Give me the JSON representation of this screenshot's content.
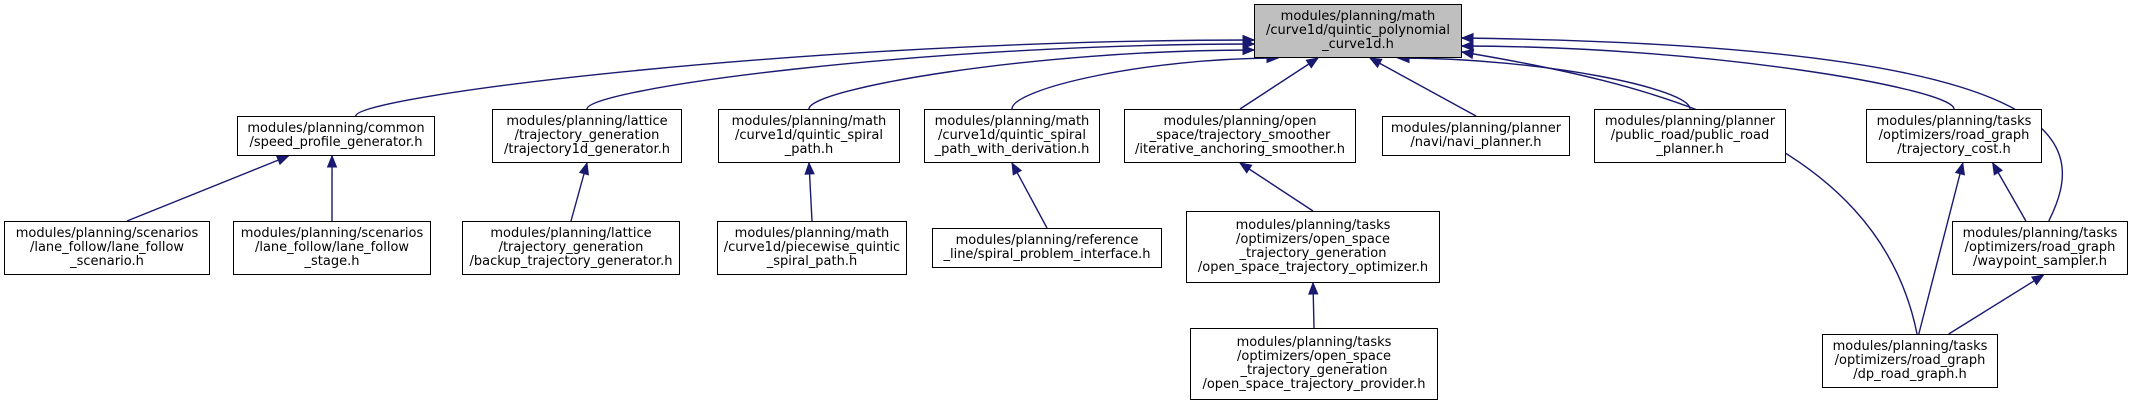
{
  "colors": {
    "edge": "#191970",
    "node_border": "#000000",
    "root_fill": "#bfbfbf",
    "node_fill": "#ffffff"
  },
  "nodes": {
    "root": "modules/planning/math\n/curve1d/quintic_polynomial\n_curve1d.h",
    "speed_profile": "modules/planning/common\n/speed_profile_generator.h",
    "trajectory1d": "modules/planning/lattice\n/trajectory_generation\n/trajectory1d_generator.h",
    "quintic_spiral": "modules/planning/math\n/curve1d/quintic_spiral\n_path.h",
    "quintic_spiral_deriv": "modules/planning/math\n/curve1d/quintic_spiral\n_path_with_derivation.h",
    "iterative_smoother": "modules/planning/open\n_space/trajectory_smoother\n/iterative_anchoring_smoother.h",
    "navi_planner": "modules/planning/planner\n/navi/navi_planner.h",
    "public_road_planner": "modules/planning/planner\n/public_road/public_road\n_planner.h",
    "trajectory_cost": "modules/planning/tasks\n/optimizers/road_graph\n/trajectory_cost.h",
    "lane_follow_scenario": "modules/planning/scenarios\n/lane_follow/lane_follow\n_scenario.h",
    "lane_follow_stage": "modules/planning/scenarios\n/lane_follow/lane_follow\n_stage.h",
    "backup_trajectory": "modules/planning/lattice\n/trajectory_generation\n/backup_trajectory_generator.h",
    "piecewise_quintic": "modules/planning/math\n/curve1d/piecewise_quintic\n_spiral_path.h",
    "spiral_problem": "modules/planning/reference\n_line/spiral_problem_interface.h",
    "open_space_optimizer": "modules/planning/tasks\n/optimizers/open_space\n_trajectory_generation\n/open_space_trajectory_optimizer.h",
    "open_space_provider": "modules/planning/tasks\n/optimizers/open_space\n_trajectory_generation\n/open_space_trajectory_provider.h",
    "waypoint_sampler": "modules/planning/tasks\n/optimizers/road_graph\n/waypoint_sampler.h",
    "dp_road_graph": "modules/planning/tasks\n/optimizers/road_graph\n/dp_road_graph.h"
  },
  "edges": [
    [
      "speed_profile",
      "root"
    ],
    [
      "trajectory1d",
      "root"
    ],
    [
      "quintic_spiral",
      "root"
    ],
    [
      "quintic_spiral_deriv",
      "root"
    ],
    [
      "iterative_smoother",
      "root"
    ],
    [
      "navi_planner",
      "root"
    ],
    [
      "public_road_planner",
      "root"
    ],
    [
      "trajectory_cost",
      "root"
    ],
    [
      "waypoint_sampler",
      "root"
    ],
    [
      "dp_road_graph",
      "root"
    ],
    [
      "lane_follow_scenario",
      "speed_profile"
    ],
    [
      "lane_follow_stage",
      "speed_profile"
    ],
    [
      "backup_trajectory",
      "trajectory1d"
    ],
    [
      "piecewise_quintic",
      "quintic_spiral"
    ],
    [
      "spiral_problem",
      "quintic_spiral_deriv"
    ],
    [
      "open_space_optimizer",
      "iterative_smoother"
    ],
    [
      "open_space_provider",
      "open_space_optimizer"
    ],
    [
      "dp_road_graph",
      "trajectory_cost"
    ],
    [
      "waypoint_sampler",
      "trajectory_cost"
    ],
    [
      "dp_road_graph",
      "waypoint_sampler"
    ]
  ]
}
